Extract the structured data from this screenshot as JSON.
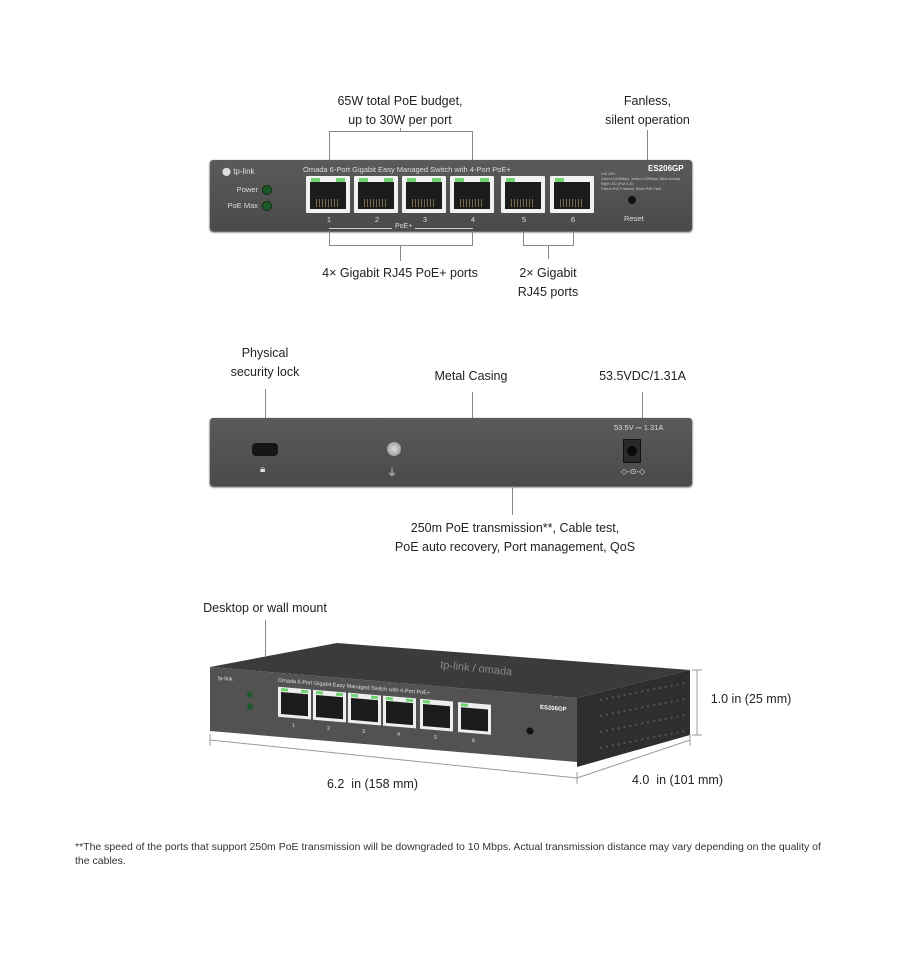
{
  "front_view": {
    "callouts": {
      "poe_budget": [
        "65W total PoE budget,",
        "up to 30W per port"
      ],
      "fanless": [
        "Fanless,",
        "silent operation"
      ],
      "poe_ports": "4× Gigabit RJ45 PoE+ ports",
      "gigabit_ports": [
        "2× Gigabit",
        "RJ45 ports"
      ]
    },
    "panel": {
      "brand": "tp-link",
      "product_title": "Omada 6-Port Gigabit Easy Managed Switch with 4-Port PoE+",
      "model": "ES206GP",
      "leds": [
        "Power",
        "PoE Max"
      ],
      "port_numbers": [
        "1",
        "2",
        "3",
        "4",
        "5",
        "6"
      ],
      "poe_group_label": "PoE+",
      "led_legend": [
        "Left LED:",
        "Green=1000Mbps, Yellow=100Mbps, Blink=Activity",
        "Right LED (Port 1-4):",
        "Green=PoE Powered, Blink=PoE Fault"
      ],
      "reset_label": "Reset"
    }
  },
  "rear_view": {
    "callouts": {
      "security_lock": [
        "Physical",
        "security lock"
      ],
      "metal_casing": "Metal Casing",
      "power_rating": "53.5VDC/1.31A",
      "features": [
        "250m PoE transmission**, Cable test,",
        "PoE auto recovery, Port management, QoS"
      ]
    },
    "panel": {
      "power_label": "53.5V ⎓ 1.31A"
    }
  },
  "iso_view": {
    "callouts": {
      "mount": "Desktop or wall mount",
      "height": "1.0 in (25 mm)",
      "width": "6.2  in (158 mm)",
      "depth": "4.0  in (101 mm)"
    },
    "top_logo": "tp-link / omada"
  },
  "footnote": "**The speed of the ports that support 250m PoE transmission will be downgraded to 10 Mbps. Actual transmission distance may vary depending on the quality of the cables.",
  "colors": {
    "panel": "#4f4f4f",
    "led": "#6fd46f",
    "line": "#888888"
  }
}
